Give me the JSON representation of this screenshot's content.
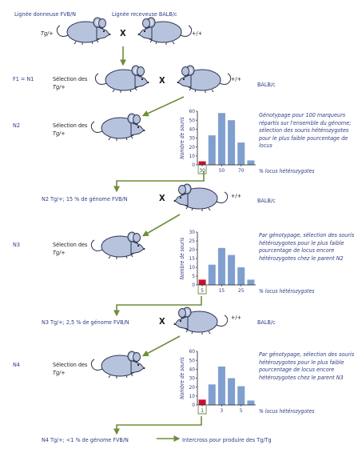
{
  "header": {
    "donor_label": "Lignée donneuse FVB/N",
    "recipient_label": "Lignée receveuse BALB/c",
    "donor_genotype": "Tg/+",
    "cross_symbol": "X",
    "recipient_genotype": "+/+"
  },
  "generations": {
    "f1": {
      "label": "F1 = N1",
      "selection": [
        "Sélection des",
        "Tg/+"
      ],
      "cross_symbol": "X",
      "partner_genotype": "+/+",
      "partner_strain": "BALB/c"
    },
    "n2": {
      "label": "N2",
      "selection": [
        "Sélection des",
        "Tg/+"
      ],
      "note": "Génotypage pour 100 marqueurs répartis sur l'ensemble du génome; sélection des souris hétérozygotes pour le plus faible pourcentage de locus",
      "result": "N2 Tg/+; 15 % de génome FVB/N",
      "cross_symbol": "X",
      "partner_genotype": "+/+",
      "partner_strain": "BALB/c"
    },
    "n3": {
      "label": "N3",
      "selection": [
        "Sélection des",
        "Tg/+"
      ],
      "note": "Par génotypage, sélection des souris hétérozygotes pour le plus faible pourcentage de locus encore hétérozygotes chez le parent N2",
      "result": "N3 Tg/+; 2,5 % de génome FVB/N",
      "cross_symbol": "X",
      "partner_genotype": "+/+",
      "partner_strain": "BALB/c"
    },
    "n4": {
      "label": "N4",
      "selection": [
        "Sélection des",
        "Tg/+"
      ],
      "note": "Par génotypage, sélection des souris hétérozygotes pour le plus faible pourcentage de locus encore hétérozygotes chez le parent N3",
      "result": "N4 Tg/+; <1 % de génome FVB/N",
      "final": "Intercross pour produire des Tg/Tg"
    }
  },
  "colors": {
    "bar": "#7f9fcf",
    "selected_bar": "#c8102e",
    "text": "#2f3d85",
    "arrow": "#6f8d3a",
    "mouse": "#b7c3dc"
  },
  "chart_data": [
    {
      "type": "bar",
      "generation": "N2",
      "ylabel": "Nombre de souris",
      "xlabel": "% locus hétérozygotes",
      "x": [
        30,
        40,
        50,
        60,
        70,
        80
      ],
      "values": [
        4,
        33,
        58,
        50,
        25,
        5
      ],
      "selected_index": 0,
      "ylim": [
        0,
        60
      ],
      "yticks": [
        "60",
        "50",
        "40",
        "30",
        "20",
        "10",
        "0"
      ],
      "xticks": [
        "30",
        "50",
        "70"
      ],
      "xtick_values": [
        30,
        50,
        70
      ],
      "xlim": [
        25,
        85
      ]
    },
    {
      "type": "bar",
      "generation": "N3",
      "ylabel": "Nombre de souris",
      "xlabel": "% locus hétérozygotes",
      "x": [
        5,
        10,
        15,
        20,
        25,
        30
      ],
      "values": [
        3,
        11.5,
        21,
        17,
        10,
        3
      ],
      "selected_index": 0,
      "ylim": [
        0,
        30
      ],
      "yticks": [
        "30",
        "25",
        "20",
        "15",
        "10",
        "5",
        "0"
      ],
      "xticks": [
        "5",
        "15",
        "25"
      ],
      "xtick_values": [
        5,
        15,
        25
      ],
      "xlim": [
        2.5,
        32.5
      ]
    },
    {
      "type": "bar",
      "generation": "N4",
      "ylabel": "Nombre de souris",
      "xlabel": "% locus hétérozygotes",
      "x": [
        1,
        2,
        3,
        4,
        5,
        6
      ],
      "values": [
        6,
        23,
        43,
        30,
        21,
        5
      ],
      "selected_index": 0,
      "ylim": [
        0,
        60
      ],
      "yticks": [
        "60",
        "50",
        "40",
        "30",
        "20",
        "10",
        "0"
      ],
      "xticks": [
        "1",
        "3",
        "5"
      ],
      "xtick_values": [
        1,
        3,
        5
      ],
      "xlim": [
        0.5,
        6.5
      ]
    }
  ]
}
